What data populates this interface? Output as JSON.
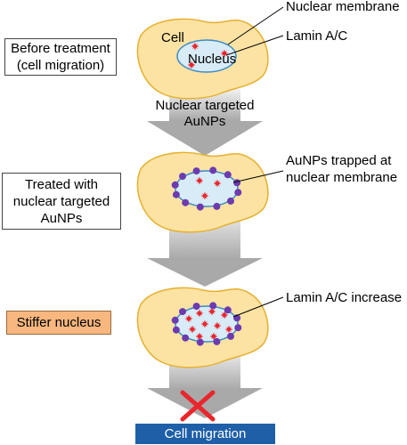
{
  "steps": [
    {
      "box_label": "Before treatment\n(cell migration)"
    },
    {
      "box_label": "Treated with\nnuclear targeted\nAuNPs"
    },
    {
      "box_label": "Stiffer nucleus"
    }
  ],
  "cell_text": {
    "cell": "Cell",
    "nucleus": "Nucleus"
  },
  "callouts": {
    "nuclear_membrane": "Nuclear membrane",
    "lamin": "Lamin A/C",
    "aunps_trapped": "AuNPs trapped at\nnuclear membrane",
    "lamin_increase": "Lamin A/C increase"
  },
  "arrow_label": "Nuclear targeted\nAuNPs",
  "outcome": "Cell migration",
  "colors": {
    "cell_fill": "#FCE3A3",
    "cell_stroke": "#E6B02F",
    "nucleus_fill": "#D8ECF8",
    "nucleus_stroke": "#3E8BC6",
    "lamin": "#E8262C",
    "aunp": "#6C3BB0",
    "stiffer_box": "#F7B77F",
    "outcome_box": "#1F5FA8",
    "cross": "#E8262C"
  }
}
